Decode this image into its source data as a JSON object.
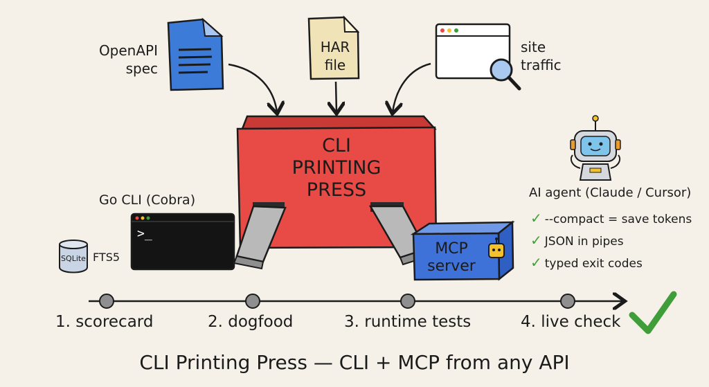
{
  "inputs": {
    "openapi": {
      "line1": "OpenAPI",
      "line2": "spec"
    },
    "har": {
      "line1": "HAR",
      "line2": "file"
    },
    "site": {
      "line1": "site",
      "line2": "traffic"
    }
  },
  "press": {
    "line1": "CLI",
    "line2": "PRINTING",
    "line3": "PRESS"
  },
  "go_cli": {
    "label": "Go CLI (Cobra)",
    "prompt": ">_"
  },
  "sqlite": {
    "db_label": "SQLite",
    "fts": "FTS5"
  },
  "mcp": {
    "line1": "MCP",
    "line2": "server"
  },
  "agent": {
    "title": "AI agent (Claude / Cursor)",
    "benefits": [
      "--compact = save tokens",
      "JSON in pipes",
      "typed exit codes"
    ]
  },
  "pipeline": {
    "steps": [
      "1. scorecard",
      "2. dogfood",
      "3. runtime tests",
      "4. live check"
    ]
  },
  "footer": {
    "title": "CLI Printing Press — CLI + MCP from any API"
  },
  "colors": {
    "background": "#f5f1e8",
    "press_red": "#e84a45",
    "doc_blue": "#3d7bd9",
    "har_tan": "#f0e3b8",
    "mcp_blue": "#3f72d8",
    "check_green": "#3f9d3a",
    "terminal_bg": "#141414"
  }
}
